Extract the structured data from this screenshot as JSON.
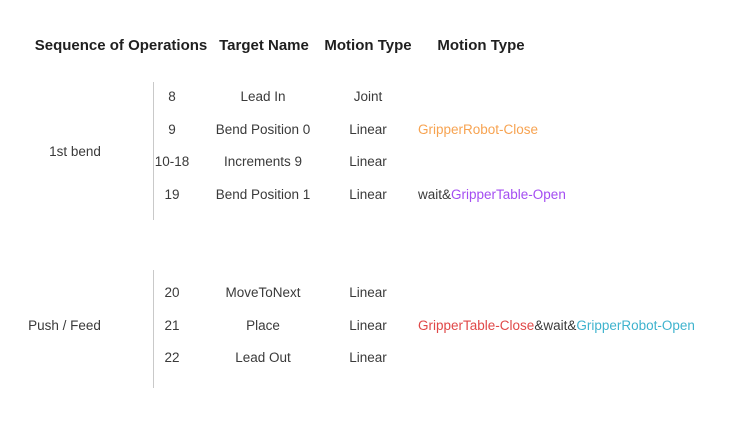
{
  "table": {
    "headers": [
      {
        "label": "Sequence of Operations"
      },
      {
        "label": "Target Name"
      },
      {
        "label": "Motion Type"
      },
      {
        "label": "Motion Type"
      }
    ],
    "groups": [
      {
        "label": "1st bend",
        "rows": [
          {
            "num": "8",
            "target": "Lead In",
            "motion": "Joint",
            "event": []
          },
          {
            "num": "9",
            "target": "Bend Position 0",
            "motion": "Linear",
            "event": [
              {
                "text": "GripperRobot-Close",
                "color": "#f7a351"
              }
            ]
          },
          {
            "num": "10-18",
            "target": "Increments 9",
            "motion": "Linear",
            "event": []
          },
          {
            "num": "19",
            "target": "Bend Position 1",
            "motion": "Linear",
            "event": [
              {
                "text": "wait&",
                "color": "#3a3a3a"
              },
              {
                "text": "GripperTable-Open",
                "color": "#a44df2"
              }
            ]
          }
        ]
      },
      {
        "label": "Push / Feed",
        "rows": [
          {
            "num": "20",
            "target": "MoveToNext",
            "motion": "Linear",
            "event": []
          },
          {
            "num": "21",
            "target": "Place",
            "motion": "Linear",
            "event": [
              {
                "text": "GripperTable-Close",
                "color": "#e04848"
              },
              {
                "text": "&wait&",
                "color": "#3a3a3a"
              },
              {
                "text": "GripperRobot-Open",
                "color": "#3fb3ce"
              }
            ]
          },
          {
            "num": "22",
            "target": "Lead Out",
            "motion": "Linear",
            "event": []
          }
        ]
      }
    ]
  },
  "colors": {
    "header_text": "#1f1f1f",
    "body_text": "#3a3a3a",
    "bracket_line": "#c9c9c9",
    "event_orange": "#f7a351",
    "event_purple": "#a44df2",
    "event_red": "#e04848",
    "event_teal": "#3fb3ce"
  }
}
